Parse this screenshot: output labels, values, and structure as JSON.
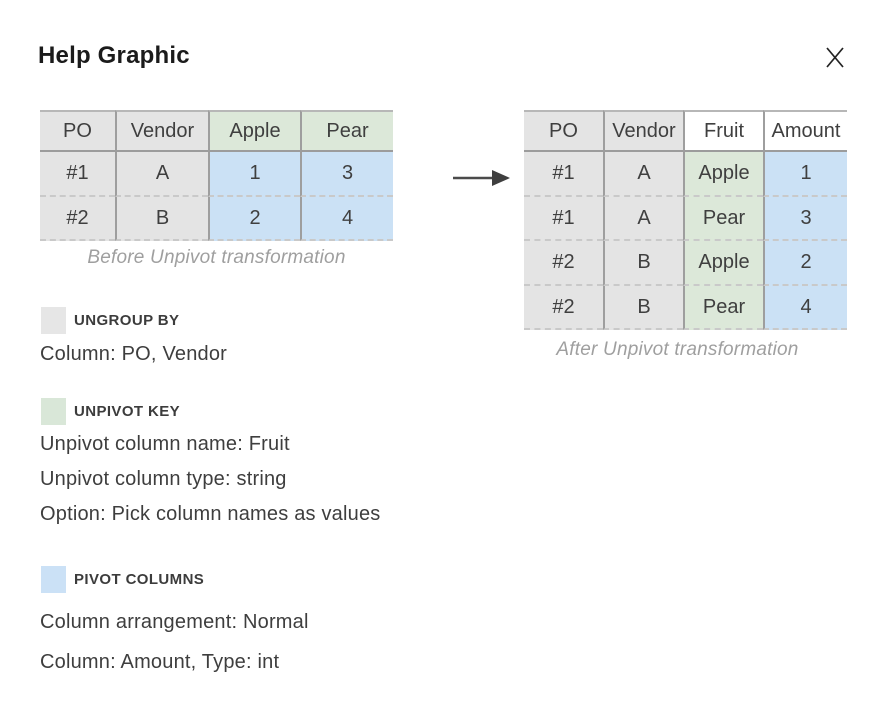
{
  "dialog": {
    "title": "Help Graphic"
  },
  "before_table": {
    "caption": "Before Unpivot transformation",
    "headers": [
      "PO",
      "Vendor",
      "Apple",
      "Pear"
    ],
    "rows": [
      [
        "#1",
        "A",
        "1",
        "3"
      ],
      [
        "#2",
        "B",
        "2",
        "4"
      ]
    ]
  },
  "after_table": {
    "caption": "After Unpivot transformation",
    "headers": [
      "PO",
      "Vendor",
      "Fruit",
      "Amount"
    ],
    "rows": [
      [
        "#1",
        "A",
        "Apple",
        "1"
      ],
      [
        "#1",
        "A",
        "Pear",
        "3"
      ],
      [
        "#2",
        "B",
        "Apple",
        "2"
      ],
      [
        "#2",
        "B",
        "Pear",
        "4"
      ]
    ]
  },
  "legend": {
    "ungroup": {
      "label": "UNGROUP BY",
      "swatch_color": "#e6e6e6",
      "lines": [
        "Column: PO, Vendor"
      ]
    },
    "unpivot": {
      "label": "UNPIVOT KEY",
      "swatch_color": "#d9e7d8",
      "lines": [
        "Unpivot column name: Fruit",
        "Unpivot column type: string",
        "Option: Pick column names as values"
      ]
    },
    "pivot": {
      "label": "PIVOT COLUMNS",
      "swatch_color": "#cbe1f6",
      "lines": [
        "Column arrangement: Normal",
        "Column: Amount, Type: int"
      ]
    }
  },
  "icons": {
    "close": "close-icon",
    "arrow": "arrow-right-icon"
  },
  "colors": {
    "cell_gray": "#e4e4e4",
    "cell_green": "#dce8d9",
    "cell_blue": "#cbe1f5",
    "border_solid": "#9e9e9e",
    "border_dashed": "#c9c9c9",
    "table_text": "#3f3f3f",
    "caption_text": "#9f9f9f",
    "title_text": "#1b1b1b"
  }
}
